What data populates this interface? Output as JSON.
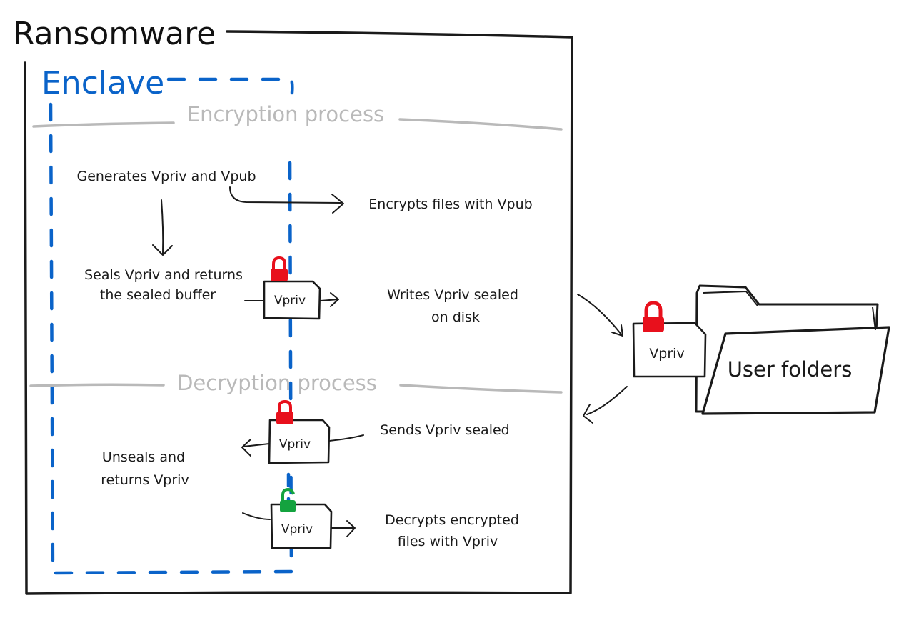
{
  "title": "Ransomware",
  "enclave_label": "Enclave",
  "sections": {
    "encryption": "Encryption process",
    "decryption": "Decryption process"
  },
  "steps": {
    "generates": "Generates Vpriv and Vpub",
    "encrypts": "Encrypts files with Vpub",
    "seals_line1": "Seals Vpriv and returns",
    "seals_line2": "the sealed buffer",
    "writes_line1": "Writes Vpriv sealed",
    "writes_line2": "on disk",
    "sends": "Sends Vpriv sealed",
    "unseals_line1": "Unseals and",
    "unseals_line2": "returns Vpriv",
    "decrypts_line1": "Decrypts encrypted",
    "decrypts_line2": "files with Vpriv"
  },
  "docs": {
    "sealed_write": "Vpriv",
    "on_disk": "Vpriv",
    "sealed_send": "Vpriv",
    "unsealed": "Vpriv"
  },
  "folder_label": "User folders",
  "colors": {
    "enclave_blue": "#0a63c9",
    "lock_red": "#e8101c",
    "lock_green": "#14a33f",
    "section_grey": "#b9b9b9",
    "ink": "#1a1a1a"
  },
  "icons": {
    "locked": "padlock-closed-icon",
    "unlocked": "padlock-open-icon",
    "folder": "folder-icon",
    "document": "document-icon"
  }
}
